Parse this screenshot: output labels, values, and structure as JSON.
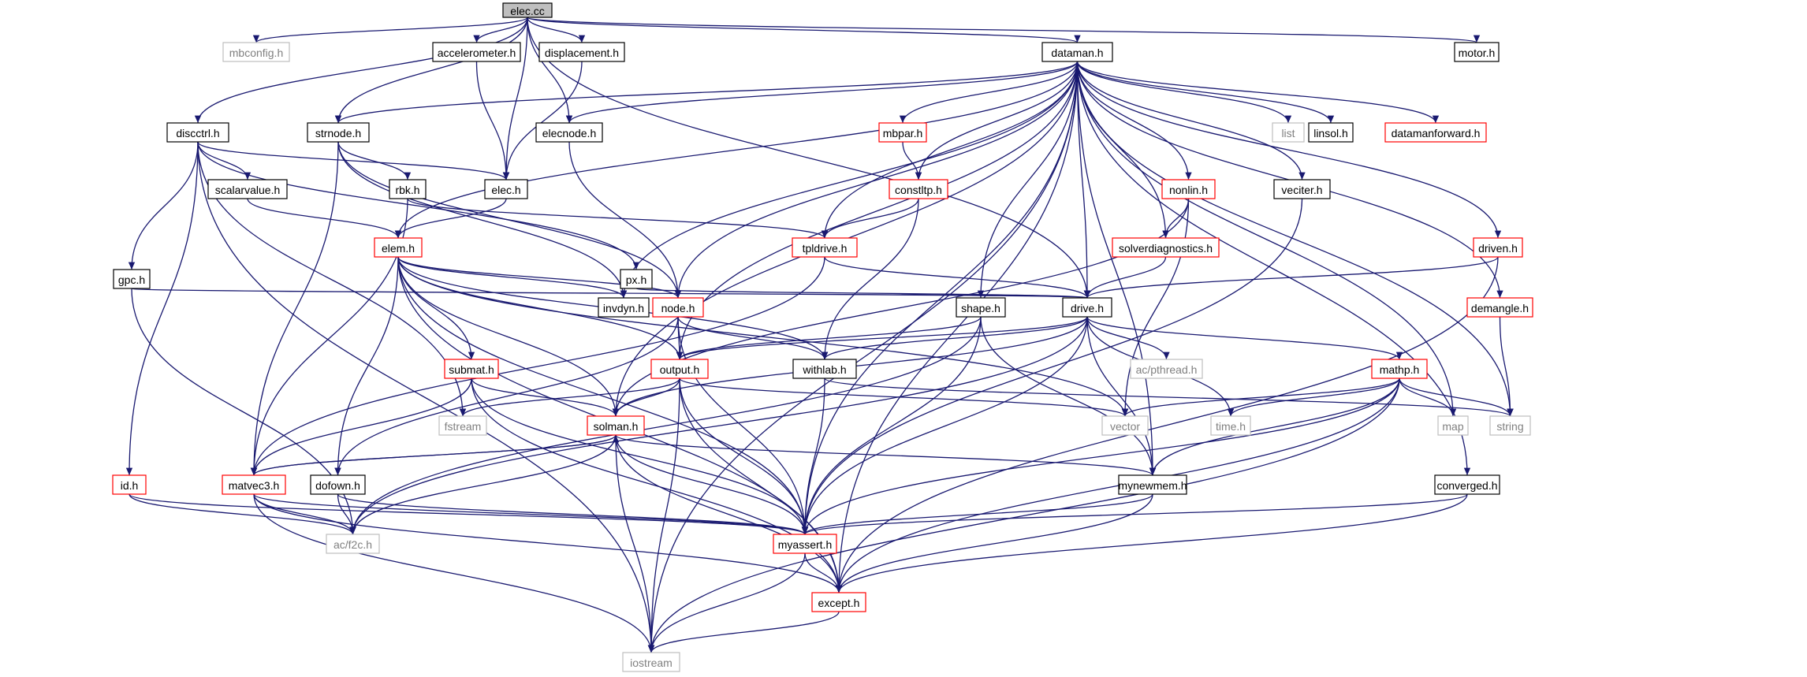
{
  "nodes": [
    {
      "id": "elec_cc",
      "label": "elec.cc",
      "kind": "root"
    },
    {
      "id": "mbconfig_h",
      "label": "mbconfig.h",
      "kind": "sys"
    },
    {
      "id": "accelerometer_h",
      "label": "accelerometer.h",
      "kind": "doc"
    },
    {
      "id": "displacement_h",
      "label": "displacement.h",
      "kind": "doc"
    },
    {
      "id": "dataman_h",
      "label": "dataman.h",
      "kind": "doc"
    },
    {
      "id": "motor_h",
      "label": "motor.h",
      "kind": "doc"
    },
    {
      "id": "discctrl_h",
      "label": "discctrl.h",
      "kind": "doc"
    },
    {
      "id": "strnode_h",
      "label": "strnode.h",
      "kind": "doc"
    },
    {
      "id": "elecnode_h",
      "label": "elecnode.h",
      "kind": "doc"
    },
    {
      "id": "mbpar_h",
      "label": "mbpar.h",
      "kind": "red"
    },
    {
      "id": "list",
      "label": "list",
      "kind": "sys"
    },
    {
      "id": "linsol_h",
      "label": "linsol.h",
      "kind": "doc"
    },
    {
      "id": "datamanforward_h",
      "label": "datamanforward.h",
      "kind": "red"
    },
    {
      "id": "scalarvalue_h",
      "label": "scalarvalue.h",
      "kind": "doc"
    },
    {
      "id": "rbk_h",
      "label": "rbk.h",
      "kind": "doc"
    },
    {
      "id": "elec_h",
      "label": "elec.h",
      "kind": "doc"
    },
    {
      "id": "constltp_h",
      "label": "constltp.h",
      "kind": "red"
    },
    {
      "id": "nonlin_h",
      "label": "nonlin.h",
      "kind": "red"
    },
    {
      "id": "veciter_h",
      "label": "veciter.h",
      "kind": "doc"
    },
    {
      "id": "gpc_h",
      "label": "gpc.h",
      "kind": "doc"
    },
    {
      "id": "elem_h",
      "label": "elem.h",
      "kind": "red"
    },
    {
      "id": "px_h",
      "label": "px.h",
      "kind": "doc"
    },
    {
      "id": "tpldrive_h",
      "label": "tpldrive.h",
      "kind": "red"
    },
    {
      "id": "solverdiagnostics_h",
      "label": "solverdiagnostics.h",
      "kind": "red"
    },
    {
      "id": "driven_h",
      "label": "driven.h",
      "kind": "red"
    },
    {
      "id": "invdyn_h",
      "label": "invdyn.h",
      "kind": "doc"
    },
    {
      "id": "node_h",
      "label": "node.h",
      "kind": "red"
    },
    {
      "id": "shape_h",
      "label": "shape.h",
      "kind": "doc"
    },
    {
      "id": "drive_h",
      "label": "drive.h",
      "kind": "doc"
    },
    {
      "id": "demangle_h",
      "label": "demangle.h",
      "kind": "red"
    },
    {
      "id": "submat_h",
      "label": "submat.h",
      "kind": "red"
    },
    {
      "id": "output_h",
      "label": "output.h",
      "kind": "red"
    },
    {
      "id": "withlab_h",
      "label": "withlab.h",
      "kind": "doc"
    },
    {
      "id": "ac_pthread_h",
      "label": "ac/pthread.h",
      "kind": "sys"
    },
    {
      "id": "mathp_h",
      "label": "mathp.h",
      "kind": "red"
    },
    {
      "id": "fstream",
      "label": "fstream",
      "kind": "sys"
    },
    {
      "id": "solman_h",
      "label": "solman.h",
      "kind": "red"
    },
    {
      "id": "vector",
      "label": "vector",
      "kind": "sys"
    },
    {
      "id": "time_h",
      "label": "time.h",
      "kind": "sys"
    },
    {
      "id": "map",
      "label": "map",
      "kind": "sys"
    },
    {
      "id": "string",
      "label": "string",
      "kind": "sys"
    },
    {
      "id": "id_h",
      "label": "id.h",
      "kind": "red"
    },
    {
      "id": "matvec3_h",
      "label": "matvec3.h",
      "kind": "red"
    },
    {
      "id": "dofown_h",
      "label": "dofown.h",
      "kind": "doc"
    },
    {
      "id": "mynewmem_h",
      "label": "mynewmem.h",
      "kind": "doc"
    },
    {
      "id": "converged_h",
      "label": "converged.h",
      "kind": "doc"
    },
    {
      "id": "ac_f2c_h",
      "label": "ac/f2c.h",
      "kind": "sys"
    },
    {
      "id": "myassert_h",
      "label": "myassert.h",
      "kind": "red"
    },
    {
      "id": "except_h",
      "label": "except.h",
      "kind": "red"
    },
    {
      "id": "iostream",
      "label": "iostream",
      "kind": "sys"
    }
  ],
  "edges": [
    [
      "elec_cc",
      "mbconfig_h"
    ],
    [
      "elec_cc",
      "accelerometer_h"
    ],
    [
      "elec_cc",
      "displacement_h"
    ],
    [
      "elec_cc",
      "dataman_h"
    ],
    [
      "elec_cc",
      "motor_h"
    ],
    [
      "elec_cc",
      "discctrl_h"
    ],
    [
      "elec_cc",
      "strnode_h"
    ],
    [
      "elec_cc",
      "elecnode_h"
    ],
    [
      "elec_cc",
      "elec_h"
    ],
    [
      "elec_cc",
      "drive_h"
    ],
    [
      "accelerometer_h",
      "elec_h"
    ],
    [
      "displacement_h",
      "elec_h"
    ],
    [
      "dataman_h",
      "strnode_h"
    ],
    [
      "dataman_h",
      "elecnode_h"
    ],
    [
      "dataman_h",
      "mbpar_h"
    ],
    [
      "dataman_h",
      "list"
    ],
    [
      "dataman_h",
      "linsol_h"
    ],
    [
      "dataman_h",
      "datamanforward_h"
    ],
    [
      "dataman_h",
      "constltp_h"
    ],
    [
      "dataman_h",
      "nonlin_h"
    ],
    [
      "dataman_h",
      "veciter_h"
    ],
    [
      "dataman_h",
      "elem_h"
    ],
    [
      "dataman_h",
      "tpldrive_h"
    ],
    [
      "dataman_h",
      "solverdiagnostics_h"
    ],
    [
      "dataman_h",
      "driven_h"
    ],
    [
      "dataman_h",
      "invdyn_h"
    ],
    [
      "dataman_h",
      "node_h"
    ],
    [
      "dataman_h",
      "shape_h"
    ],
    [
      "dataman_h",
      "drive_h"
    ],
    [
      "dataman_h",
      "demangle_h"
    ],
    [
      "dataman_h",
      "output_h"
    ],
    [
      "dataman_h",
      "solman_h"
    ],
    [
      "dataman_h",
      "map"
    ],
    [
      "dataman_h",
      "string"
    ],
    [
      "dataman_h",
      "mynewmem_h"
    ],
    [
      "dataman_h",
      "converged_h"
    ],
    [
      "dataman_h",
      "myassert_h"
    ],
    [
      "dataman_h",
      "except_h"
    ],
    [
      "dataman_h",
      "iostream"
    ],
    [
      "discctrl_h",
      "scalarvalue_h"
    ],
    [
      "discctrl_h",
      "elec_h"
    ],
    [
      "discctrl_h",
      "gpc_h"
    ],
    [
      "discctrl_h",
      "px_h"
    ],
    [
      "discctrl_h",
      "id_h"
    ],
    [
      "discctrl_h",
      "fstream"
    ],
    [
      "discctrl_h",
      "iostream"
    ],
    [
      "strnode_h",
      "rbk_h"
    ],
    [
      "strnode_h",
      "invdyn_h"
    ],
    [
      "strnode_h",
      "node_h"
    ],
    [
      "strnode_h",
      "matvec3_h"
    ],
    [
      "elecnode_h",
      "node_h"
    ],
    [
      "mbpar_h",
      "constltp_h"
    ],
    [
      "constltp_h",
      "tpldrive_h"
    ],
    [
      "constltp_h",
      "withlab_h"
    ],
    [
      "nonlin_h",
      "solverdiagnostics_h"
    ],
    [
      "nonlin_h",
      "solman_h"
    ],
    [
      "nonlin_h",
      "vector"
    ],
    [
      "veciter_h",
      "myassert_h"
    ],
    [
      "scalarvalue_h",
      "elem_h"
    ],
    [
      "rbk_h",
      "tpldrive_h"
    ],
    [
      "rbk_h",
      "matvec3_h"
    ],
    [
      "elec_h",
      "elem_h"
    ],
    [
      "gpc_h",
      "drive_h"
    ],
    [
      "gpc_h",
      "ac_f2c_h"
    ],
    [
      "elem_h",
      "invdyn_h"
    ],
    [
      "elem_h",
      "node_h"
    ],
    [
      "elem_h",
      "submat_h"
    ],
    [
      "elem_h",
      "output_h"
    ],
    [
      "elem_h",
      "withlab_h"
    ],
    [
      "elem_h",
      "solman_h"
    ],
    [
      "elem_h",
      "dofown_h"
    ],
    [
      "elem_h",
      "vector"
    ],
    [
      "elem_h",
      "myassert_h"
    ],
    [
      "elem_h",
      "except_h"
    ],
    [
      "px_h",
      "drive_h"
    ],
    [
      "tpldrive_h",
      "drive_h"
    ],
    [
      "tpldrive_h",
      "matvec3_h"
    ],
    [
      "solverdiagnostics_h",
      "drive_h"
    ],
    [
      "driven_h",
      "drive_h"
    ],
    [
      "driven_h",
      "except_h"
    ],
    [
      "node_h",
      "output_h"
    ],
    [
      "node_h",
      "withlab_h"
    ],
    [
      "node_h",
      "dofown_h"
    ],
    [
      "node_h",
      "myassert_h"
    ],
    [
      "shape_h",
      "output_h"
    ],
    [
      "shape_h",
      "mynewmem_h"
    ],
    [
      "shape_h",
      "myassert_h"
    ],
    [
      "shape_h",
      "ac_f2c_h"
    ],
    [
      "drive_h",
      "output_h"
    ],
    [
      "drive_h",
      "withlab_h"
    ],
    [
      "drive_h",
      "ac_pthread_h"
    ],
    [
      "drive_h",
      "mathp_h"
    ],
    [
      "drive_h",
      "solman_h"
    ],
    [
      "drive_h",
      "time_h"
    ],
    [
      "drive_h",
      "mynewmem_h"
    ],
    [
      "drive_h",
      "myassert_h"
    ],
    [
      "drive_h",
      "ac_f2c_h"
    ],
    [
      "demangle_h",
      "string"
    ],
    [
      "submat_h",
      "solman_h"
    ],
    [
      "submat_h",
      "matvec3_h"
    ],
    [
      "submat_h",
      "myassert_h"
    ],
    [
      "submat_h",
      "except_h"
    ],
    [
      "output_h",
      "fstream"
    ],
    [
      "output_h",
      "solman_h"
    ],
    [
      "output_h",
      "vector"
    ],
    [
      "output_h",
      "myassert_h"
    ],
    [
      "output_h",
      "except_h"
    ],
    [
      "output_h",
      "iostream"
    ],
    [
      "withlab_h",
      "string"
    ],
    [
      "withlab_h",
      "myassert_h"
    ],
    [
      "mathp_h",
      "vector"
    ],
    [
      "mathp_h",
      "time_h"
    ],
    [
      "mathp_h",
      "map"
    ],
    [
      "mathp_h",
      "string"
    ],
    [
      "mathp_h",
      "mynewmem_h"
    ],
    [
      "mathp_h",
      "myassert_h"
    ],
    [
      "mathp_h",
      "except_h"
    ],
    [
      "mathp_h",
      "iostream"
    ],
    [
      "solman_h",
      "matvec3_h"
    ],
    [
      "solman_h",
      "mynewmem_h"
    ],
    [
      "solman_h",
      "myassert_h"
    ],
    [
      "solman_h",
      "except_h"
    ],
    [
      "solman_h",
      "ac_f2c_h"
    ],
    [
      "solman_h",
      "iostream"
    ],
    [
      "id_h",
      "myassert_h"
    ],
    [
      "id_h",
      "ac_f2c_h"
    ],
    [
      "matvec3_h",
      "solman_h"
    ],
    [
      "matvec3_h",
      "ac_f2c_h"
    ],
    [
      "matvec3_h",
      "except_h"
    ],
    [
      "matvec3_h",
      "myassert_h"
    ],
    [
      "matvec3_h",
      "iostream"
    ],
    [
      "dofown_h",
      "ac_f2c_h"
    ],
    [
      "dofown_h",
      "myassert_h"
    ],
    [
      "mynewmem_h",
      "myassert_h"
    ],
    [
      "mynewmem_h",
      "except_h"
    ],
    [
      "converged_h",
      "myassert_h"
    ],
    [
      "converged_h",
      "except_h"
    ],
    [
      "myassert_h",
      "except_h"
    ],
    [
      "myassert_h",
      "iostream"
    ],
    [
      "except_h",
      "iostream"
    ]
  ]
}
